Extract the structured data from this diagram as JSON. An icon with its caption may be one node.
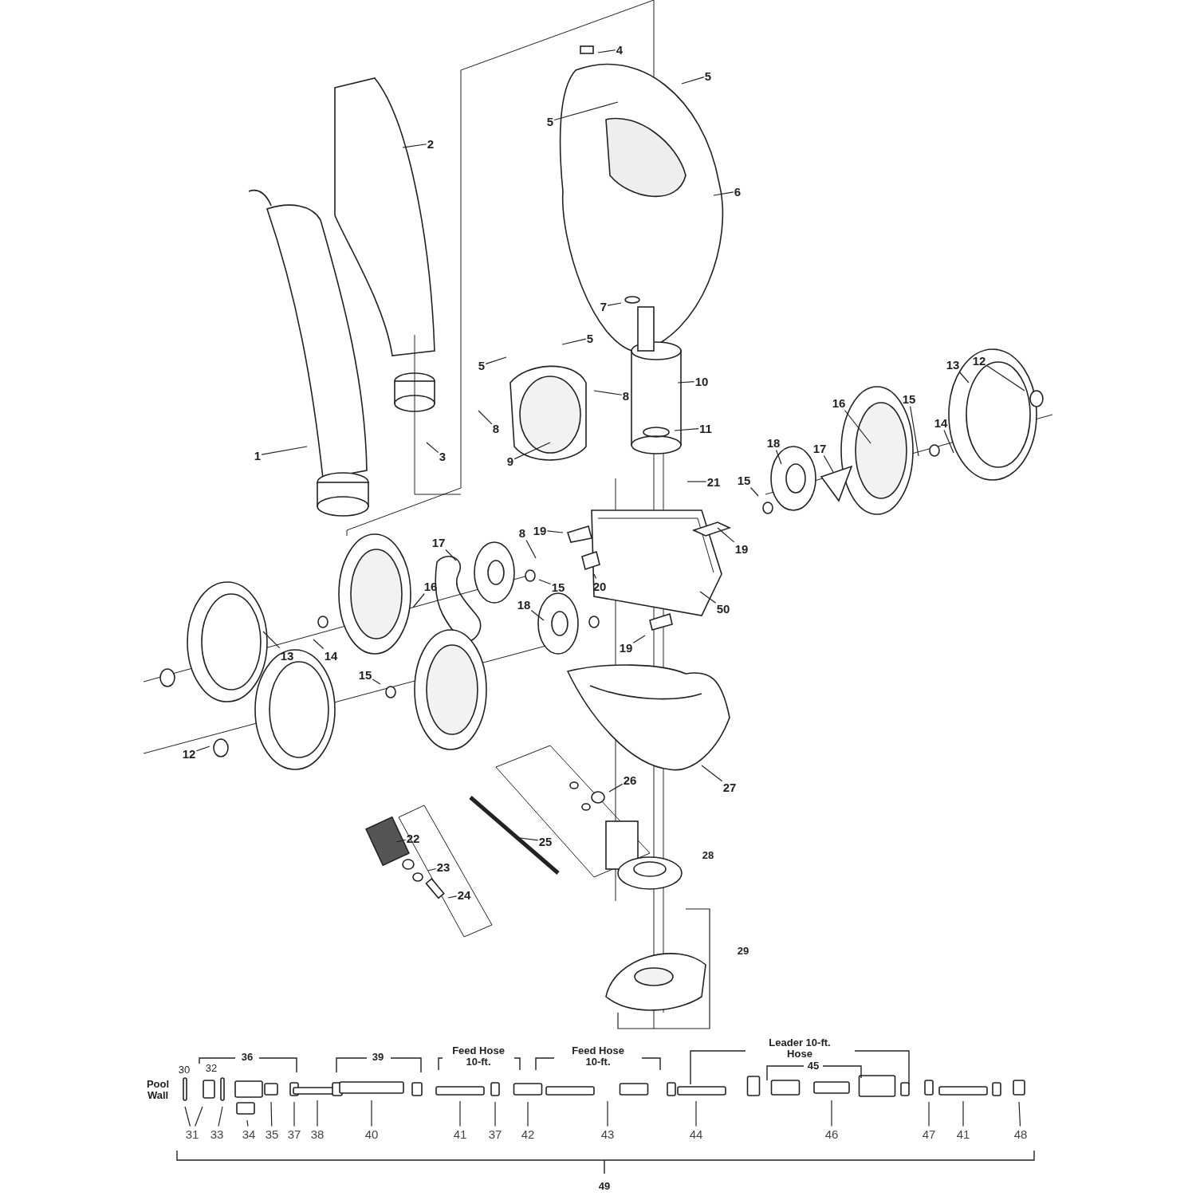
{
  "diagram": {
    "nodes": [
      {
        "text": [
          "1"
        ]
      },
      {
        "text": [
          "2"
        ]
      },
      {
        "text": [
          "3"
        ]
      },
      {
        "text": [
          "4"
        ]
      },
      {
        "text": [
          "5"
        ]
      },
      {
        "text": [
          "5"
        ]
      },
      {
        "text": [
          "6"
        ]
      },
      {
        "text": [
          "7"
        ]
      },
      {
        "text": [
          "5"
        ]
      },
      {
        "text": [
          "5"
        ]
      },
      {
        "text": [
          "10"
        ]
      },
      {
        "text": [
          "8"
        ]
      },
      {
        "text": [
          "8"
        ]
      },
      {
        "text": [
          "9"
        ]
      },
      {
        "text": [
          "11"
        ]
      },
      {
        "text": [
          "13"
        ]
      },
      {
        "text": [
          "12"
        ]
      },
      {
        "text": [
          "16"
        ]
      },
      {
        "text": [
          "15"
        ]
      },
      {
        "text": [
          "14"
        ]
      },
      {
        "text": [
          "18"
        ]
      },
      {
        "text": [
          "17"
        ]
      },
      {
        "text": [
          "21"
        ]
      },
      {
        "text": [
          "15"
        ]
      },
      {
        "text": [
          "19"
        ]
      },
      {
        "text": [
          "19"
        ]
      },
      {
        "text": [
          "17"
        ]
      },
      {
        "text": [
          "8"
        ]
      },
      {
        "text": [
          "15"
        ]
      },
      {
        "text": [
          "20"
        ]
      },
      {
        "text": [
          "16"
        ]
      },
      {
        "text": [
          "18"
        ]
      },
      {
        "text": [
          "50"
        ]
      },
      {
        "text": [
          "19"
        ]
      },
      {
        "text": [
          "13"
        ]
      },
      {
        "text": [
          "14"
        ]
      },
      {
        "text": [
          "15"
        ]
      },
      {
        "text": [
          "12"
        ]
      },
      {
        "text": [
          "26"
        ]
      },
      {
        "text": [
          "27"
        ]
      },
      {
        "text": [
          "22"
        ]
      },
      {
        "text": [
          "25"
        ]
      },
      {
        "text": [
          "23"
        ]
      },
      {
        "text": [
          "24"
        ]
      },
      {
        "text": [
          "31"
        ]
      },
      {
        "text": [
          "33"
        ]
      },
      {
        "text": [
          "34"
        ]
      },
      {
        "text": [
          "35"
        ]
      },
      {
        "text": [
          "37"
        ]
      },
      {
        "text": [
          "38"
        ]
      },
      {
        "text": [
          "40"
        ]
      },
      {
        "text": [
          "41"
        ]
      },
      {
        "text": [
          "37"
        ]
      },
      {
        "text": [
          "42"
        ]
      },
      {
        "text": [
          "43"
        ]
      },
      {
        "text": [
          "44"
        ]
      },
      {
        "text": [
          "46"
        ]
      },
      {
        "text": [
          "47"
        ]
      },
      {
        "text": [
          "41"
        ]
      },
      {
        "text": [
          "48"
        ]
      }
    ],
    "edges": [
      {
        "from": 0,
        "to": null,
        "arrow": "none"
      },
      {
        "from": 1,
        "to": null,
        "arrow": "none"
      },
      {
        "from": 2,
        "to": null,
        "arrow": "none"
      },
      {
        "from": 3,
        "to": null,
        "arrow": "none"
      },
      {
        "from": 4,
        "to": null,
        "arrow": "none"
      },
      {
        "from": 5,
        "to": null,
        "arrow": "none"
      },
      {
        "from": 6,
        "to": null,
        "arrow": "none"
      },
      {
        "from": 7,
        "to": null,
        "arrow": "none"
      },
      {
        "from": 8,
        "to": null,
        "arrow": "none"
      },
      {
        "from": 9,
        "to": null,
        "arrow": "none"
      },
      {
        "from": 10,
        "to": null,
        "arrow": "none"
      },
      {
        "from": 11,
        "to": null,
        "arrow": "none"
      },
      {
        "from": 12,
        "to": null,
        "arrow": "none"
      },
      {
        "from": 13,
        "to": null,
        "arrow": "none"
      },
      {
        "from": 14,
        "to": null,
        "arrow": "none"
      },
      {
        "from": 15,
        "to": null,
        "arrow": "none"
      },
      {
        "from": 16,
        "to": null,
        "arrow": "none"
      },
      {
        "from": 17,
        "to": null,
        "arrow": "none"
      },
      {
        "from": 18,
        "to": null,
        "arrow": "none"
      },
      {
        "from": 19,
        "to": null,
        "arrow": "none"
      },
      {
        "from": 20,
        "to": null,
        "arrow": "none"
      },
      {
        "from": 21,
        "to": null,
        "arrow": "none"
      },
      {
        "from": 22,
        "to": null,
        "arrow": "none"
      },
      {
        "from": 23,
        "to": null,
        "arrow": "none"
      },
      {
        "from": 24,
        "to": null,
        "arrow": "none"
      },
      {
        "from": 25,
        "to": null,
        "arrow": "none"
      },
      {
        "from": 26,
        "to": null,
        "arrow": "none"
      },
      {
        "from": 27,
        "to": null,
        "arrow": "none"
      },
      {
        "from": 28,
        "to": null,
        "arrow": "none"
      },
      {
        "from": 29,
        "to": null,
        "arrow": "none"
      },
      {
        "from": 30,
        "to": null,
        "arrow": "none"
      },
      {
        "from": 31,
        "to": null,
        "arrow": "none"
      },
      {
        "from": 32,
        "to": null,
        "arrow": "none"
      },
      {
        "from": 33,
        "to": null,
        "arrow": "none"
      },
      {
        "from": 34,
        "to": null,
        "arrow": "none"
      },
      {
        "from": 35,
        "to": null,
        "arrow": "none"
      },
      {
        "from": 36,
        "to": null,
        "arrow": "none"
      },
      {
        "from": 37,
        "to": null,
        "arrow": "none"
      },
      {
        "from": 38,
        "to": null,
        "arrow": "none"
      },
      {
        "from": 39,
        "to": null,
        "arrow": "none"
      },
      {
        "from": 40,
        "to": null,
        "arrow": "none"
      },
      {
        "from": 41,
        "to": null,
        "arrow": "none"
      },
      {
        "from": 42,
        "to": null,
        "arrow": "none"
      },
      {
        "from": 43,
        "to": null,
        "arrow": "none"
      },
      {
        "from": 44,
        "to": null,
        "arrow": "none"
      },
      {
        "from": 45,
        "to": null,
        "arrow": "none"
      },
      {
        "from": 46,
        "to": null,
        "arrow": "none"
      },
      {
        "from": 47,
        "to": null,
        "arrow": "none"
      },
      {
        "from": 48,
        "to": null,
        "arrow": "none"
      },
      {
        "from": 49,
        "to": null,
        "arrow": "none"
      },
      {
        "from": 50,
        "to": null,
        "arrow": "none"
      },
      {
        "from": 51,
        "to": null,
        "arrow": "none"
      },
      {
        "from": 52,
        "to": null,
        "arrow": "none"
      },
      {
        "from": 53,
        "to": null,
        "arrow": "none"
      },
      {
        "from": 54,
        "to": null,
        "arrow": "none"
      },
      {
        "from": 55,
        "to": null,
        "arrow": "none"
      },
      {
        "from": 56,
        "to": null,
        "arrow": "none"
      },
      {
        "from": 57,
        "to": null,
        "arrow": "none"
      },
      {
        "from": 58,
        "to": null,
        "arrow": "none"
      },
      {
        "from": 59,
        "to": null,
        "arrow": "none"
      },
      {
        "from": 44,
        "to": null,
        "arrow": "none"
      }
    ],
    "labels": [
      "28",
      "29",
      "36",
      "39",
      "Feed Hose 10-ft.",
      "Feed Hose 10-ft.",
      "Leader 10-ft. Hose",
      "45",
      "30",
      "32",
      "Pool Wall",
      "49"
    ]
  }
}
